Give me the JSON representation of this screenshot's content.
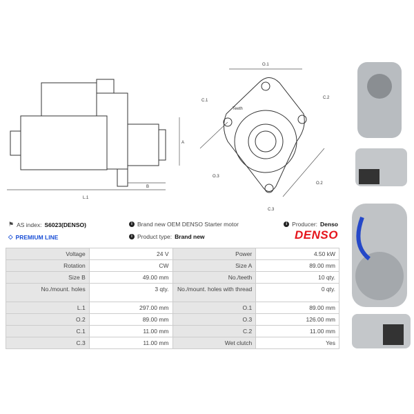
{
  "diagram_labels": {
    "a": "A",
    "b": "B",
    "l1": "L.1",
    "o1": "O.1",
    "c1": "C.1",
    "c2": "C.2",
    "teeth": "Teeth",
    "o3": "O.3",
    "o2": "O.2",
    "c3": "C.3"
  },
  "header": {
    "as_index_label": "AS index:",
    "as_index_value": "S6023(DENSO)",
    "premium": "PREMIUM LINE",
    "description": "Brand new OEM DENSO Starter motor",
    "product_type_label": "Product type:",
    "product_type_value": "Brand new",
    "producer_label": "Producer:",
    "producer_value": "Denso",
    "brand_logo": "DENSO"
  },
  "colors": {
    "premium": "#1a4fd6",
    "brand": "#e5141b"
  },
  "specs": [
    [
      "Voltage",
      "24 V",
      "Power",
      "4.50 kW"
    ],
    [
      "Rotation",
      "CW",
      "Size A",
      "89.00 mm"
    ],
    [
      "Size B",
      "49.00 mm",
      "No./teeth",
      "10 qty."
    ],
    [
      "No./mount. holes",
      "3 qty.",
      "No./mount. holes with thread",
      "0 qty."
    ],
    [
      "L.1",
      "297.00 mm",
      "O.1",
      "89.00 mm"
    ],
    [
      "O.2",
      "89.00 mm",
      "O.3",
      "126.00 mm"
    ],
    [
      "C.1",
      "11.00 mm",
      "C.2",
      "11.00 mm"
    ],
    [
      "C.3",
      "11.00 mm",
      "Wet clutch",
      "Yes"
    ]
  ]
}
